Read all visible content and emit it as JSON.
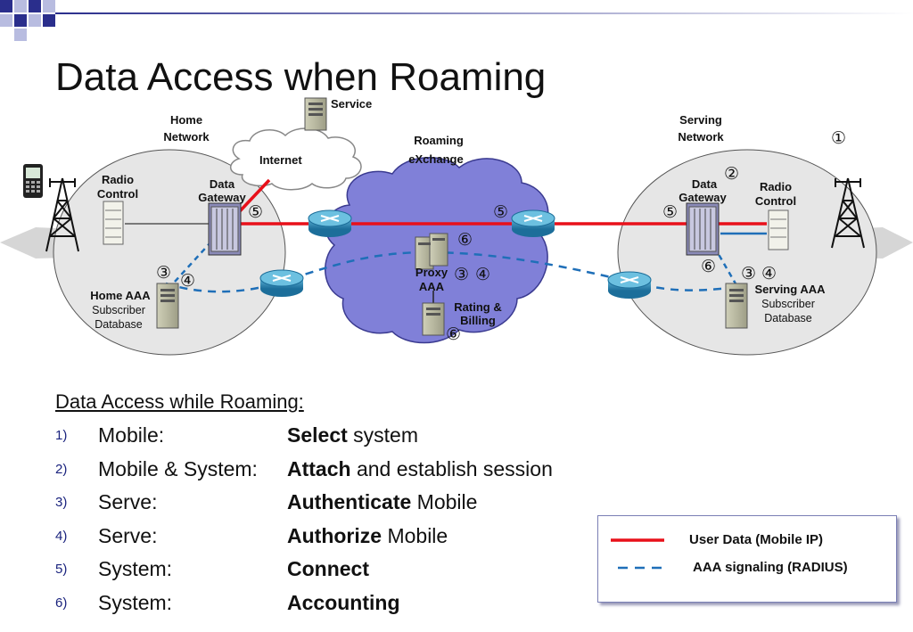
{
  "slide": {
    "title": "Data Access when Roaming"
  },
  "diagram": {
    "service_label": "Service",
    "internet_label": "Internet",
    "home_network": {
      "line1": "Home",
      "line2": "Network"
    },
    "serving_network": {
      "line1": "Serving",
      "line2": "Network"
    },
    "roaming_exchange": {
      "line1": "Roaming",
      "line2": "eXchange"
    },
    "home_radio_control": {
      "line1": "Radio",
      "line2": "Control"
    },
    "home_data_gateway": {
      "line1": "Data",
      "line2": "Gateway"
    },
    "serving_data_gateway": {
      "line1": "Data",
      "line2": "Gateway"
    },
    "serving_radio_control": {
      "line1": "Radio",
      "line2": "Control"
    },
    "home_aaa": {
      "name": "Home AAA",
      "line1": "Subscriber",
      "line2": "Database"
    },
    "serving_aaa": {
      "name": "Serving AAA",
      "line1": "Subscriber",
      "line2": "Database"
    },
    "proxy_aaa": {
      "line1": "Proxy",
      "line2": "AAA"
    },
    "rating_billing": {
      "line1": "Rating &",
      "line2": "Billing"
    },
    "markers": {
      "m1": "①",
      "m2": "②",
      "m3": "③",
      "m4": "④",
      "m5": "⑤",
      "m6": "⑥"
    },
    "colors": {
      "user_data": "#e8101a",
      "aaa_signaling": "#1f6fb8",
      "cloud": "#8080d8",
      "site": "#e8e8e8"
    }
  },
  "steps": {
    "heading": "Data Access while Roaming:",
    "items": [
      {
        "num": "1)",
        "actor": "Mobile:",
        "action_bold": "Select",
        "action_rest": " system"
      },
      {
        "num": "2)",
        "actor": "Mobile & System:",
        "action_bold": "Attach",
        "action_rest": " and establish session"
      },
      {
        "num": "3)",
        "actor": "Serve:",
        "action_bold": "Authenticate",
        "action_rest": " Mobile"
      },
      {
        "num": "4)",
        "actor": "Serve:",
        "action_bold": "Authorize",
        "action_rest": " Mobile"
      },
      {
        "num": "5)",
        "actor": "System:",
        "action_bold": "Connect",
        "action_rest": ""
      },
      {
        "num": "6)",
        "actor": "System:",
        "action_bold": "Accounting",
        "action_rest": ""
      }
    ]
  },
  "legend": {
    "user_data": "User Data (Mobile IP)",
    "aaa_signaling": "AAA signaling (RADIUS)"
  }
}
